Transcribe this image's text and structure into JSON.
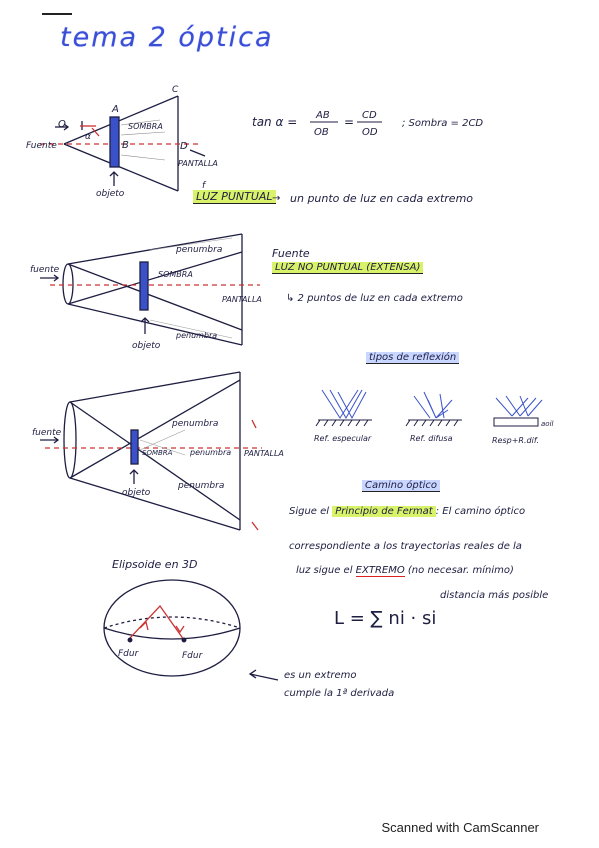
{
  "title": "tema 2 óptica",
  "fig1": {
    "labels": {
      "O": "O",
      "A": "A",
      "B": "B",
      "C": "C",
      "D": "D",
      "fuente": "Fuente",
      "alpha": "α",
      "sombra": "SOMBRA",
      "pantalla": "PANTALLA",
      "objeto": "objeto"
    },
    "formula": {
      "lhs": "tan α =",
      "f1_num": "AB",
      "f1_den": "OB",
      "eq": "=",
      "f2_num": "CD",
      "f2_den": "OD",
      "note": "; Sombra = 2CD"
    },
    "luz_puntual": "LUZ PUNTUAL",
    "luz_puntual_desc": "un punto de luz en cada extremo",
    "f_mark": "f"
  },
  "fig2": {
    "labels": {
      "fuente": "fuente",
      "penumbra_top": "penumbra",
      "sombra": "SOMBRA",
      "pantalla": "PANTALLA",
      "penumbra_bottom": "penumbra",
      "objeto": "objeto"
    },
    "fuente_title": "Fuente",
    "luz_no_puntual": "LUZ NO PUNTUAL (EXTENSA)",
    "desc": "↳ 2 puntos de luz en cada extremo"
  },
  "fig3": {
    "labels": {
      "fuente": "fuente",
      "penumbra_top": "penumbra",
      "sombra": "SOMBRA",
      "penumbra_mid": "penumbra",
      "pantalla": "PANTALLA",
      "penumbra_bottom": "penumbra",
      "objeto": "objeto"
    }
  },
  "reflexion": {
    "title": "tipos de reflexión",
    "items": [
      "Ref. especular",
      "Ref. difusa",
      "Resp+R.dif."
    ],
    "extra_label": "aoil"
  },
  "camino": {
    "title": "Camino óptico",
    "line1_pre": "Sigue el",
    "line1_hl": "Principio de Fermat",
    "line1_post": ": El camino óptico",
    "line2": "correspondiente a los trayectorias reales de la",
    "line3_pre": "luz sigue el",
    "line3_hl": "EXTREMO",
    "line3_post": "(no necesar. mínimo)",
    "line4": "distancia más posible",
    "formula": "L = ∑ ni · si"
  },
  "elipsoide": {
    "title": "Elipsoide en 3D",
    "f1": "Fdur",
    "f2": "Fdur",
    "note1": "es un extremo",
    "note2": "cumple la 1ª derivada"
  },
  "footer": "Scanned with CamScanner"
}
